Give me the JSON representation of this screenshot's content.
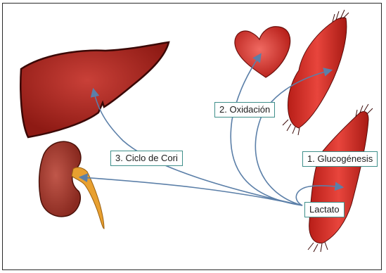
{
  "labels": {
    "oxidacion": "2. Oxidación",
    "cori": "3. Ciclo de Cori",
    "gluconeogenesis": "1. Glucogénesis",
    "lactato": "Lactato"
  },
  "colors": {
    "organ_red": "#c8261f",
    "organ_dark": "#6b0f0c",
    "liver": "#b02a22",
    "kidney": "#a8352a",
    "ureter": "#e8a030",
    "arrow": "#5b7fa8",
    "label_border": "#3f8f8a"
  }
}
